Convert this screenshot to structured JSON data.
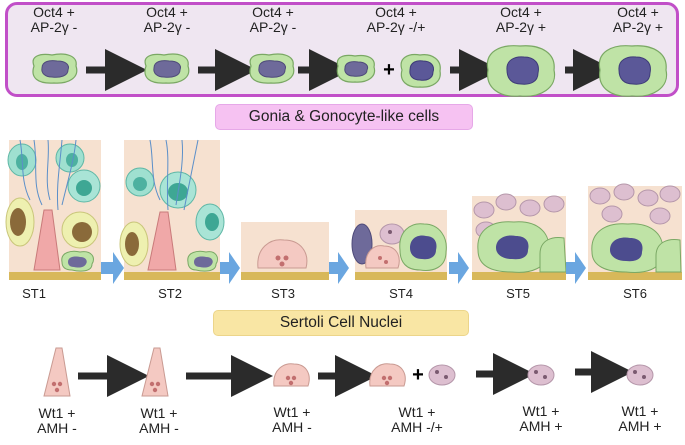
{
  "gonia": {
    "title": "Gonia & Gonocyte-like cells",
    "markers": [
      {
        "line1": "Oct4 +",
        "line2": "AP-2γ -"
      },
      {
        "line1": "Oct4 +",
        "line2": "AP-2γ -"
      },
      {
        "line1": "Oct4 +",
        "line2": "AP-2γ -"
      },
      {
        "line1": "Oct4 +",
        "line2": "AP-2γ -/+"
      },
      {
        "line1": "Oct4 +",
        "line2": "AP-2γ +"
      },
      {
        "line1": "Oct4 +",
        "line2": "AP-2γ +"
      }
    ],
    "plus_sign": "+"
  },
  "stages": [
    "ST1",
    "ST2",
    "ST3",
    "ST4",
    "ST5",
    "ST6"
  ],
  "sertoli": {
    "title": "Sertoli Cell Nuclei",
    "markers": [
      {
        "line1": "Wt1 +",
        "line2": "AMH -"
      },
      {
        "line1": "Wt1 +",
        "line2": "AMH -"
      },
      {
        "line1": "Wt1 +",
        "line2": "AMH -"
      },
      {
        "line1": "Wt1 +",
        "line2": "AMH -/+"
      },
      {
        "line1": "Wt1 +",
        "line2": "AMH +"
      },
      {
        "line1": "Wt1 +",
        "line2": "AMH +"
      }
    ],
    "plus_sign": "+"
  },
  "colors": {
    "gonia_border": "#c14fc8",
    "sertoli_border": "#e3c93f",
    "gonia_cell": "#bfe3a6",
    "gonia_nucleus": "#6e6a9a",
    "sertoli_cell": "#f4c9c2",
    "stage_arrow": "#6aa6e0",
    "flow_arrow": "#2b2b2b"
  }
}
